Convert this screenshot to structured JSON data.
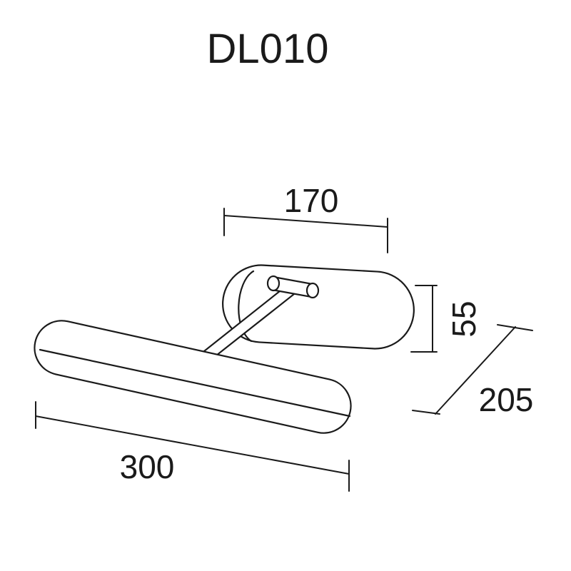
{
  "title": "DL010",
  "dimensions": {
    "top_width": "170",
    "height": "55",
    "depth": "205",
    "length": "300"
  },
  "colors": {
    "line": "#1a1a1a",
    "background": "#ffffff"
  }
}
